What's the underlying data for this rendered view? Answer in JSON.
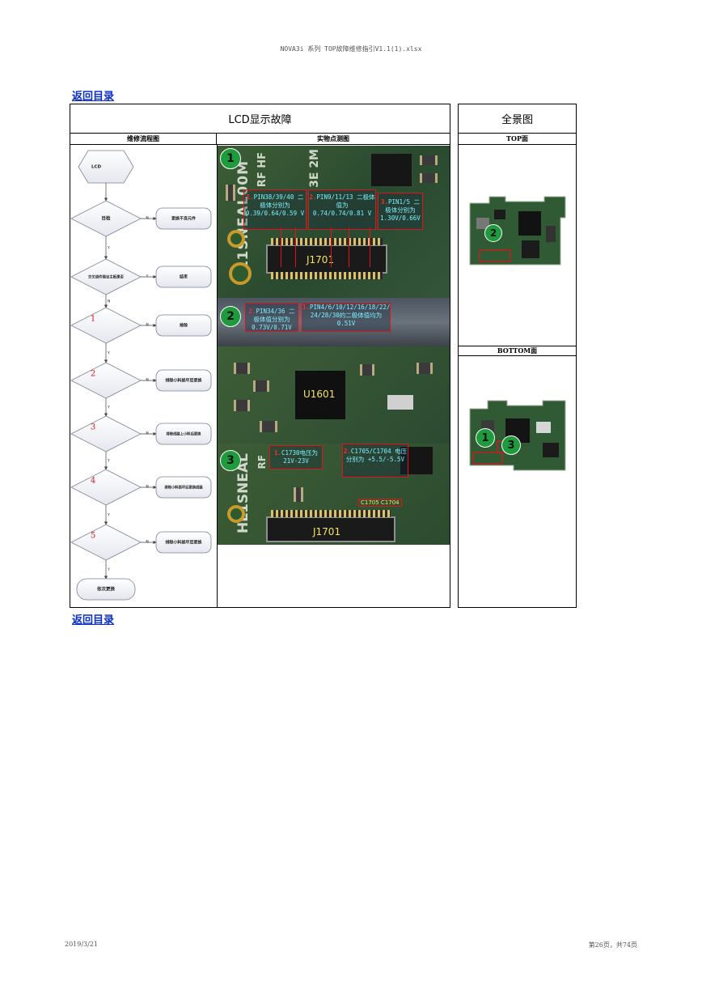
{
  "header": {
    "file_title": "NOVA3i 系列 TOP故障维修指引V1.1(1).xlsx"
  },
  "nav": {
    "back_top": "返回目录",
    "back_bottom": "返回目录"
  },
  "main": {
    "title": "LCD显示故障",
    "col_flow": "维修流程图",
    "col_photo": "实物点测图"
  },
  "panorama": {
    "title": "全景图",
    "top_label": "TOP面",
    "bottom_label": "BOTTOM面",
    "top_markers": [
      "2"
    ],
    "bottom_markers": [
      "1",
      "3"
    ]
  },
  "flow": {
    "start": "LCD",
    "steps": [
      {
        "num": "",
        "decision": "目检",
        "action": "更换不良元件",
        "edge_right": "N",
        "edge_down": "Y"
      },
      {
        "num": "",
        "decision": "交叉烧件验证主板是否",
        "action": "结束",
        "edge_right": "Y",
        "edge_down": "N"
      },
      {
        "num": "1",
        "decision": "",
        "action": "排除",
        "edge_right": "N",
        "edge_down": "Y"
      },
      {
        "num": "2",
        "decision": "",
        "action": "排除小料损坏后更换",
        "edge_right": "N",
        "edge_down": "Y"
      },
      {
        "num": "3",
        "decision": "",
        "action": "排除线路上小料后更换",
        "edge_right": "N",
        "edge_down": "Y"
      },
      {
        "num": "4",
        "decision": "",
        "action": "排除小料损坏后更换线路",
        "edge_right": "N",
        "edge_down": "Y"
      },
      {
        "num": "5",
        "decision": "",
        "action": "排除小料损坏后更换",
        "edge_right": "N",
        "edge_down": "Y"
      }
    ],
    "end": "依次更换"
  },
  "photos": {
    "p1": {
      "marker": "1",
      "connector": "J1701",
      "silk_a": "HL1SNEAL00M",
      "silk_b": "RF HF",
      "silk_c": "3E 2M",
      "notes": [
        {
          "num": "1.",
          "text": "PIN38/39/40 二极体分别为 0.39/0.64/0.59 V"
        },
        {
          "num": "2.",
          "text": "PIN9/11/13 二极体值为 0.74/0.74/0.81 V"
        },
        {
          "num": "3.",
          "text": "PIN1/5 二极体分别为 1.30V/0.66V"
        }
      ]
    },
    "p2": {
      "marker": "2",
      "notes": [
        {
          "num": "2.",
          "text": "PIN34/36 二极体值分别为 0.73V/0.71V"
        },
        {
          "num": "1.",
          "text": "PIN4/6/10/12/16/18/22/ 24/28/30的二极体值均为 0.51V"
        }
      ]
    },
    "p_mid": {
      "chip": "U1601"
    },
    "p3": {
      "marker": "3",
      "connector": "J1701",
      "silk_a": "HL1SNEAL",
      "silk_b": "RF",
      "chip_tag": "C1705 C1704",
      "notes": [
        {
          "num": "1.",
          "text": "C1730电压为 21V-23V"
        },
        {
          "num": "2.",
          "text": "C1705/C1704 电压分别为 +5.5/-5.5V"
        }
      ]
    }
  },
  "footer": {
    "date": "2019/3/21",
    "page": "第26页，共74页"
  },
  "colors": {
    "link": "#0a2ec7",
    "marker": "#1e9b3c",
    "annotation_border": "#e0141a",
    "annotation_text": "#7ff0ff",
    "step_number": "#e0141a"
  }
}
